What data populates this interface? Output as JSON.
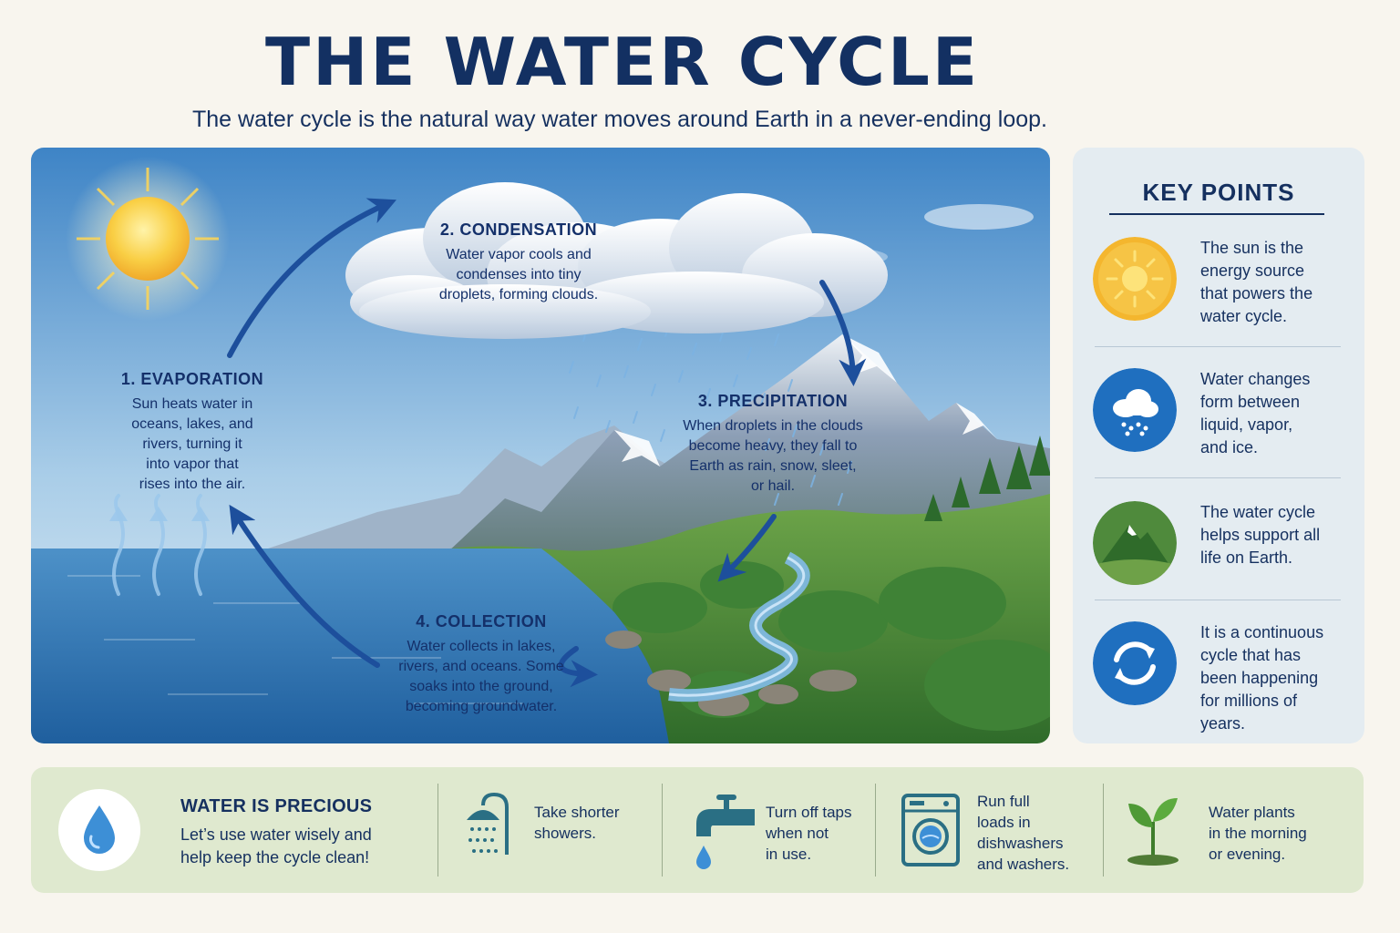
{
  "header": {
    "title": "THE WATER CYCLE",
    "subtitle": "The water cycle is the natural way water moves around Earth in a never-ending loop."
  },
  "steps": [
    {
      "heading": "1. EVAPORATION",
      "lines": [
        "Sun heats water in",
        "oceans, lakes, and",
        "rivers, turning it",
        "into vapor that",
        "rises into the air."
      ]
    },
    {
      "heading": "2. CONDENSATION",
      "lines": [
        "Water vapor cools and",
        "condenses into tiny",
        "droplets, forming clouds."
      ]
    },
    {
      "heading": "3. PRECIPITATION",
      "lines": [
        "When droplets in the clouds",
        "become heavy, they fall to",
        "Earth as rain, snow, sleet,",
        "or hail."
      ]
    },
    {
      "heading": "4. COLLECTION",
      "lines": [
        "Water collects in lakes,",
        "rivers, and oceans. Some",
        "soaks into the ground,",
        "becoming groundwater."
      ]
    }
  ],
  "key_points": {
    "title": "KEY POINTS",
    "items": [
      {
        "icon": "sun-icon",
        "lines": [
          "The sun is the",
          "energy source",
          "that powers the",
          "water cycle."
        ]
      },
      {
        "icon": "rain-cloud-icon",
        "lines": [
          "Water changes",
          "form between",
          "liquid, vapor,",
          "and ice."
        ]
      },
      {
        "icon": "mountain-icon",
        "lines": [
          "The water cycle",
          "helps support all",
          "life on Earth."
        ]
      },
      {
        "icon": "cycle-arrows-icon",
        "lines": [
          "It is a continuous",
          "cycle that has",
          "been happening",
          "for millions of",
          "years."
        ]
      }
    ]
  },
  "conservation": {
    "title": "WATER IS PRECIOUS",
    "lines": [
      "Let’s use water wisely and",
      "help keep the cycle clean!"
    ],
    "tips": [
      {
        "icon": "shower-icon",
        "lines": [
          "Take shorter",
          "showers."
        ]
      },
      {
        "icon": "faucet-icon",
        "lines": [
          "Turn off taps",
          "when not",
          "in use."
        ]
      },
      {
        "icon": "washing-machine-icon",
        "lines": [
          "Run full",
          "loads in",
          "dishwashers",
          "and washers."
        ]
      },
      {
        "icon": "seedling-icon",
        "lines": [
          "Water plants",
          "in the morning",
          "or evening."
        ]
      }
    ]
  },
  "colors": {
    "navy": "#15305f",
    "arrow_blue": "#1d4f9c",
    "sky_top": "#4f90cc",
    "ocean": "#2e79b8",
    "sun": "#f7c338",
    "panel": "#e4ecf1",
    "bottom_panel": "#dfe9cf"
  }
}
